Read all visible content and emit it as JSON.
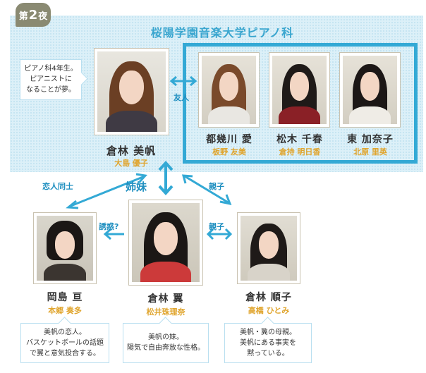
{
  "episode_badge": {
    "prefix": "第",
    "number": "2",
    "suffix": "夜"
  },
  "panel_title": "桜陽学園音楽大学ピアノ科",
  "main_character": {
    "name": "倉林 美帆",
    "actor": "大島 優子"
  },
  "main_note": [
    "ピアノ科4年生。",
    "ピアニストに",
    "なることが夢。"
  ],
  "friends_label": "友人",
  "friends": [
    {
      "name": "都幾川 愛",
      "actor": "板野 友美"
    },
    {
      "name": "松木 千春",
      "actor": "倉持 明日香"
    },
    {
      "name": "東 加奈子",
      "actor": "北原 里英"
    }
  ],
  "relations": {
    "lovers": "恋人同士",
    "sisters": "姉妹",
    "parent_child_1": "親子",
    "parent_child_2": "親子",
    "seduce": "誘惑?"
  },
  "bottom_characters": [
    {
      "name": "岡島 亘",
      "actor": "本郷 奏多",
      "note": [
        "美帆の恋人。",
        "バスケットボールの話題",
        "で翼と意気投合する。"
      ]
    },
    {
      "name": "倉林 翼",
      "actor": "松井珠理奈",
      "note": [
        "美帆の妹。",
        "陽気で自由奔放な性格。"
      ]
    },
    {
      "name": "倉林 順子",
      "actor": "高橋 ひとみ",
      "note": [
        "美帆・翼の母親。",
        "美帆にある事実を",
        "黙っている。"
      ]
    }
  ],
  "colors": {
    "accent": "#33a9d5",
    "actor_gold": "#e0a52e",
    "panel_bg": "#dcf0f8",
    "badge": "#8a8a72"
  }
}
